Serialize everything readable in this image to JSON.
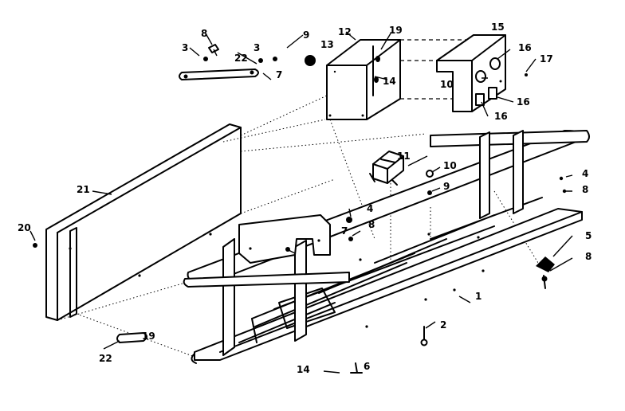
{
  "callouts": {
    "c1": "1",
    "c2": "2",
    "c3": "3",
    "c3b": "3",
    "c4": "4",
    "c4b": "4",
    "c5": "5",
    "c6": "6",
    "c7": "7",
    "c7b": "7",
    "c8": "8",
    "c8b": "8",
    "c8c": "8",
    "c8d": "8",
    "c9": "9",
    "c9b": "9",
    "c10": "10",
    "c10b": "10",
    "c11": "11",
    "c12": "12",
    "c13": "13",
    "c14": "14",
    "c14b": "14",
    "c15": "15",
    "c16": "16",
    "c16b": "16",
    "c16c": "16",
    "c17": "17",
    "c19": "19",
    "c20": "20",
    "c21": "21",
    "c22": "22",
    "c22b": "22"
  }
}
